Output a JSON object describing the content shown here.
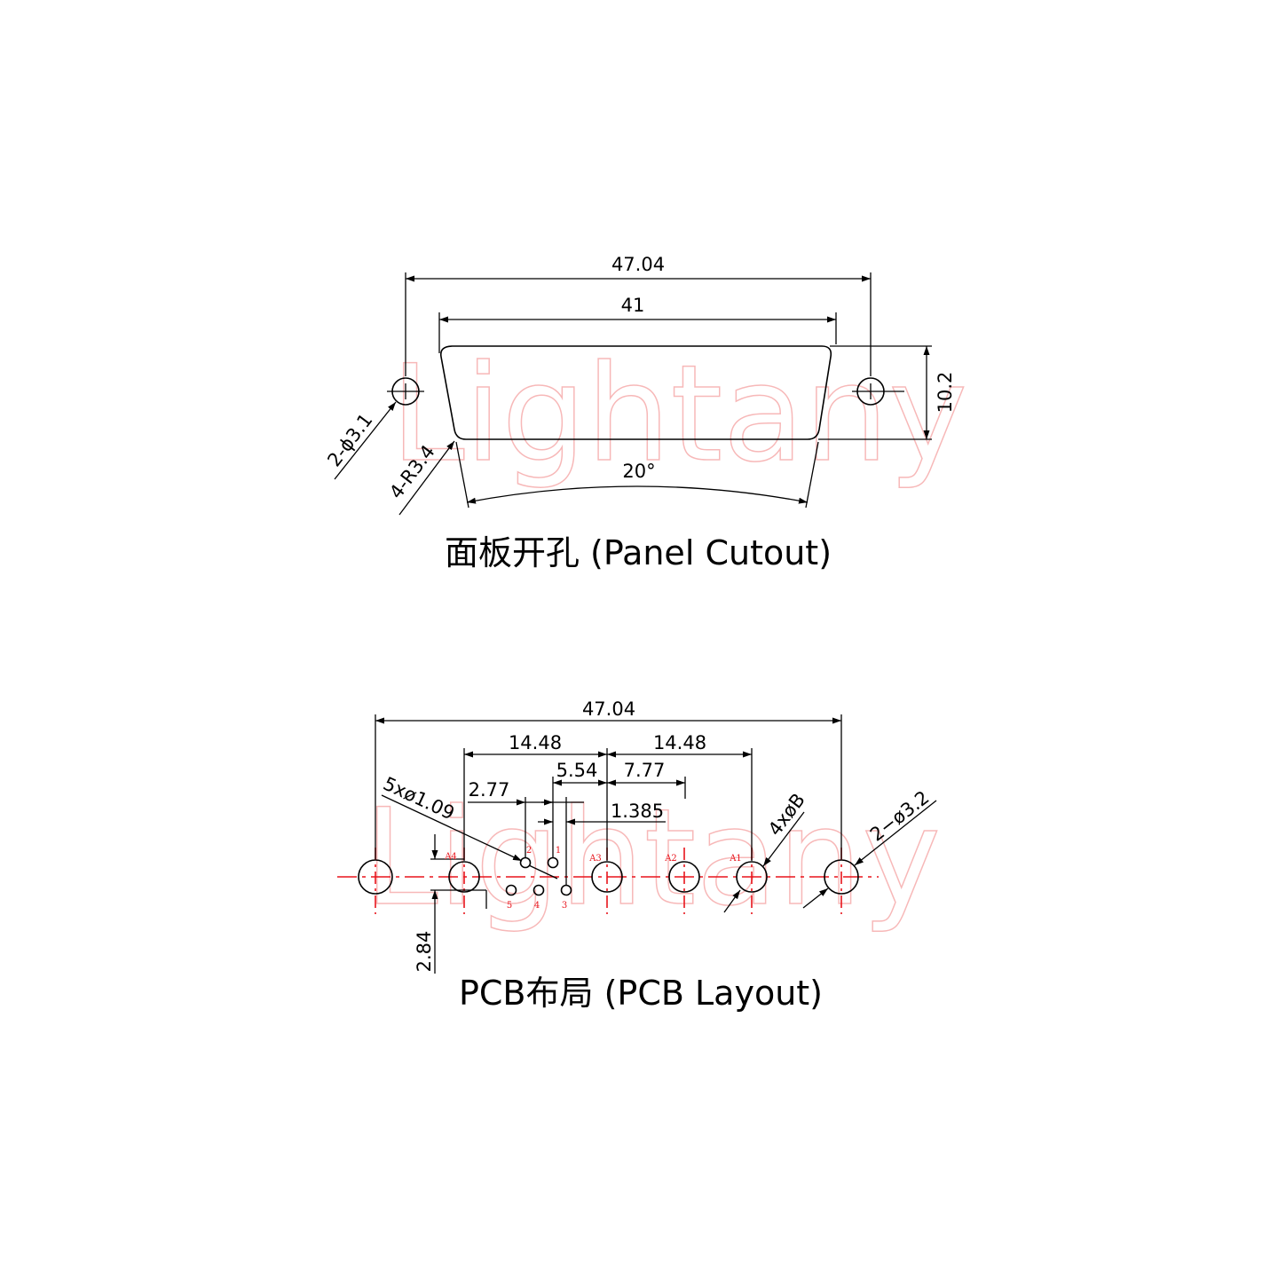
{
  "watermark": "Lightany",
  "panel": {
    "dim_overall": "47.04",
    "dim_cutout": "41",
    "dim_height": "10.2",
    "dim_hole": "2-ϕ3.1",
    "dim_radius": "4-R3.4",
    "dim_angle": "20°",
    "caption": "面板开孔 (Panel Cutout)"
  },
  "pcb": {
    "dim_overall": "47.04",
    "dim_left": "14.48",
    "dim_right": "14.48",
    "dim_554": "5.54",
    "dim_777": "7.77",
    "dim_277": "2.77",
    "dim_1385": "1.385",
    "dim_small_holes": "5xø1.09",
    "dim_contact_holes": "4xøB",
    "dim_mount_holes": "2−ø3.2",
    "dim_row": "2.84",
    "pins": [
      "1",
      "2",
      "3",
      "4",
      "5"
    ],
    "contacts": [
      "A1",
      "A2",
      "A3",
      "A4"
    ],
    "caption": "PCB布局 (PCB Layout)"
  }
}
